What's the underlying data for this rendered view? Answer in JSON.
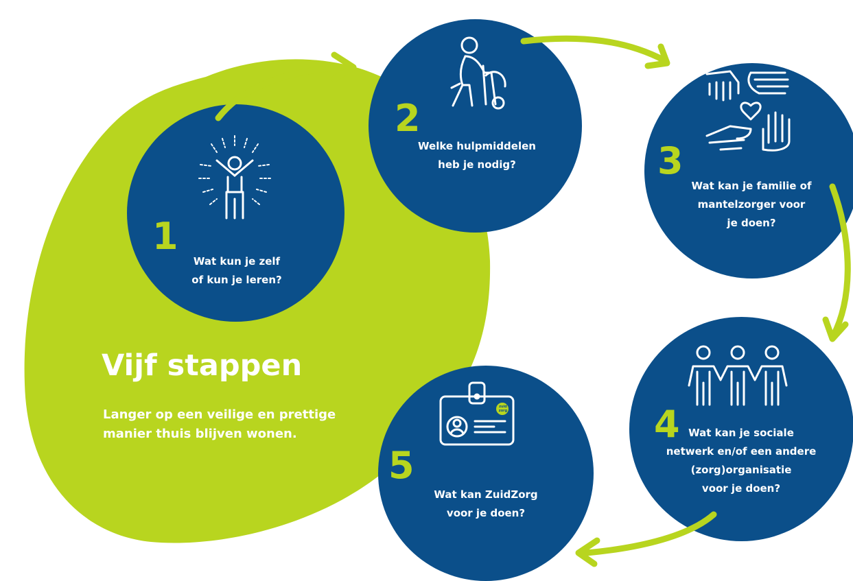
{
  "colors": {
    "accent": "#b8d51f",
    "circle": "#0b4f8a",
    "text": "#ffffff"
  },
  "title": "Vijf stappen",
  "subtitle_lines": [
    "Langer op een veilige en prettige",
    "manier thuis blijven wonen."
  ],
  "steps": [
    {
      "number": "1",
      "icon": "celebrating-person-icon",
      "lines": [
        "Wat kun je zelf",
        "of kun je leren?"
      ]
    },
    {
      "number": "2",
      "icon": "walker-person-icon",
      "lines": [
        "Welke hulpmiddelen",
        "heb je nodig?"
      ]
    },
    {
      "number": "3",
      "icon": "helping-hands-heart-icon",
      "lines": [
        "Wat kan je familie of",
        "mantelzorger voor",
        "je doen?"
      ]
    },
    {
      "number": "4",
      "icon": "linked-people-icon",
      "lines": [
        "Wat kan je sociale",
        "netwerk en/of een andere",
        "(zorg)organisatie",
        "voor je doen?"
      ]
    },
    {
      "number": "5",
      "icon": "id-badge-icon",
      "lines": [
        "Wat kan ZuidZorg",
        "voor je doen?"
      ],
      "badge_logo_lines": [
        "zuid",
        "zorg"
      ]
    }
  ]
}
